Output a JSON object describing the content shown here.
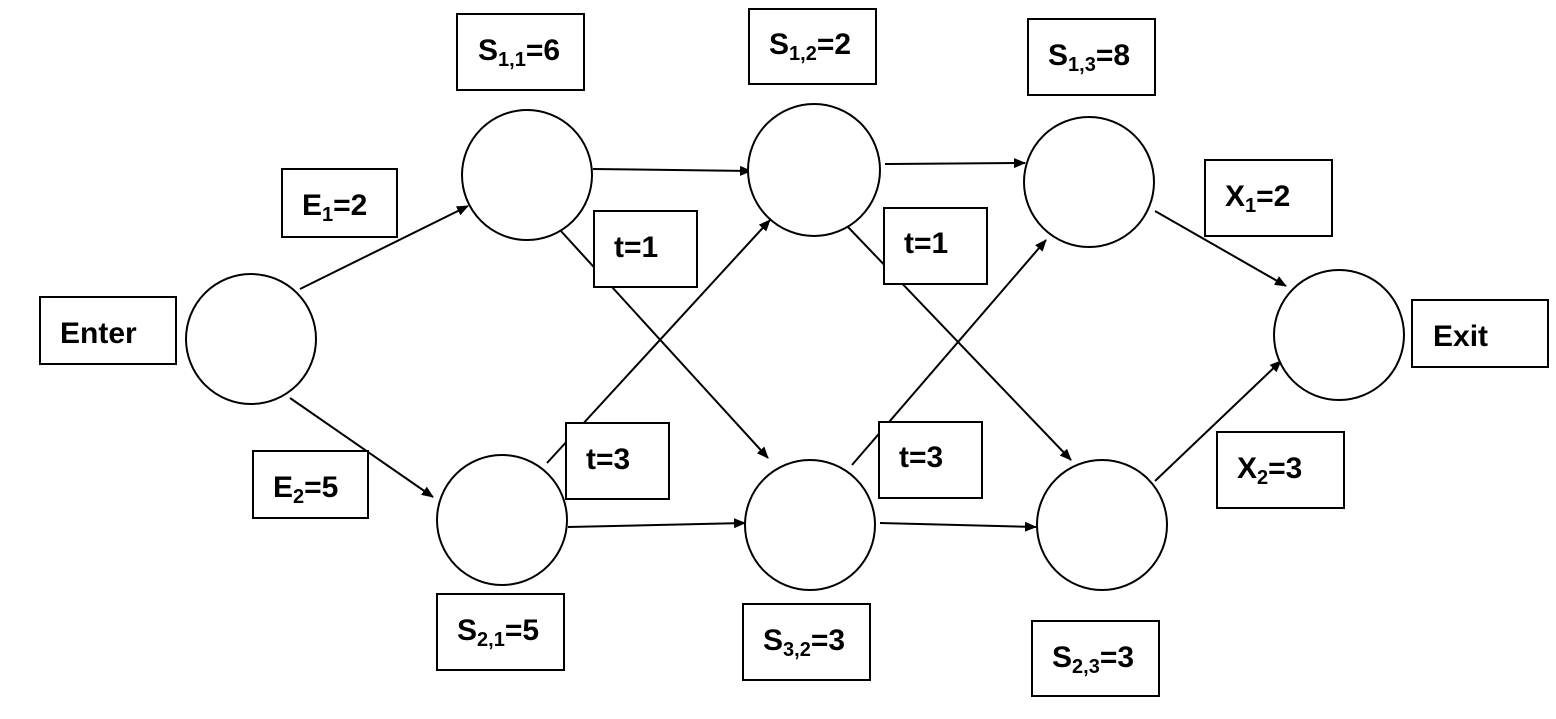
{
  "nodes": [
    {
      "id": "enter-node"
    },
    {
      "id": "line1-station1"
    },
    {
      "id": "line1-station2"
    },
    {
      "id": "line1-station3"
    },
    {
      "id": "line2-station1"
    },
    {
      "id": "line2-station2"
    },
    {
      "id": "line2-station3"
    },
    {
      "id": "exit-node"
    }
  ],
  "labels": {
    "enter": "Enter",
    "exit": "Exit",
    "e1": {
      "main": "E",
      "sub": "1",
      "rest": "=2"
    },
    "e2": {
      "main": "E",
      "sub": "2",
      "rest": "=5"
    },
    "s11": {
      "main": "S",
      "sub": "1,1",
      "rest": "=6"
    },
    "s12": {
      "main": "S",
      "sub": "1,2",
      "rest": "=2"
    },
    "s13": {
      "main": "S",
      "sub": "1,3",
      "rest": "=8"
    },
    "s21": {
      "main": "S",
      "sub": "2,1",
      "rest": "=5"
    },
    "s32": {
      "main": "S",
      "sub": "3,2",
      "rest": "=3"
    },
    "s23": {
      "main": "S",
      "sub": "2,3",
      "rest": "=3"
    },
    "x1": {
      "main": "X",
      "sub": "1",
      "rest": "=2"
    },
    "x2": {
      "main": "X",
      "sub": "2",
      "rest": "=3"
    },
    "t_a": "t=1",
    "t_b": "t=1",
    "t_c": "t=3",
    "t_d": "t=3"
  },
  "edges": [
    {
      "from": "enter-node",
      "to": "line1-station1"
    },
    {
      "from": "enter-node",
      "to": "line2-station1"
    },
    {
      "from": "line1-station1",
      "to": "line1-station2"
    },
    {
      "from": "line1-station1",
      "to": "line2-station2"
    },
    {
      "from": "line2-station1",
      "to": "line1-station2"
    },
    {
      "from": "line2-station1",
      "to": "line2-station2"
    },
    {
      "from": "line1-station2",
      "to": "line1-station3"
    },
    {
      "from": "line1-station2",
      "to": "line2-station3"
    },
    {
      "from": "line2-station2",
      "to": "line1-station3"
    },
    {
      "from": "line2-station2",
      "to": "line2-station3"
    },
    {
      "from": "line1-station3",
      "to": "exit-node"
    },
    {
      "from": "line2-station3",
      "to": "exit-node"
    }
  ]
}
